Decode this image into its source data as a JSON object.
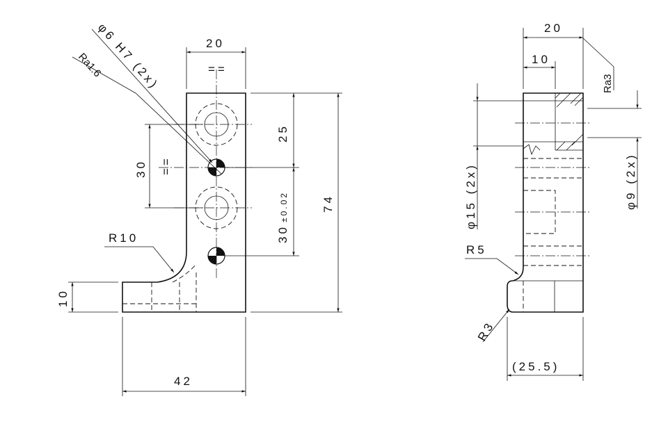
{
  "front_view": {
    "width_top": "20",
    "equal_mark": "==",
    "center_distance_top": "25",
    "center_distance_bottom": "30",
    "tolerance": "±0.02",
    "height_total": "74",
    "dim_30": "30",
    "equal_mark_side": "==",
    "fillet": "R10",
    "flange_thickness": "10",
    "width_base": "42",
    "hole_callout": "φ6 H7 (2x)",
    "roughness": "Ra1.6"
  },
  "side_view": {
    "width_top": "20",
    "counterbore_depth": "10",
    "roughness": "Ra3",
    "counterbore": "φ15 (2x)",
    "through_hole": "φ9 (2x)",
    "fillet_top": "R5",
    "fillet_bottom": "R3",
    "reference_width": "(25.5)"
  }
}
